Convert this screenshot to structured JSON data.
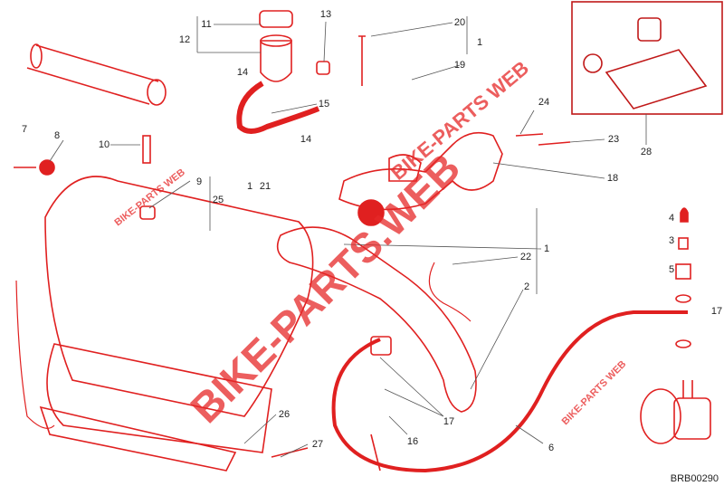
{
  "diagram": {
    "code": "BRB00290",
    "accent_color": "#e02020",
    "watermarks": [
      "BIKE-PARTS WEB",
      "BIKE-PARTS.WEB",
      "BIKE-PARTS WEB",
      "BIKE-PARTS WEB"
    ],
    "callouts": [
      {
        "id": "c11",
        "text": "11"
      },
      {
        "id": "c12",
        "text": "12"
      },
      {
        "id": "c13",
        "text": "13"
      },
      {
        "id": "c20",
        "text": "20"
      },
      {
        "id": "c1a",
        "text": "1"
      },
      {
        "id": "c19",
        "text": "19"
      },
      {
        "id": "c14a",
        "text": "14"
      },
      {
        "id": "c15",
        "text": "15"
      },
      {
        "id": "c14b",
        "text": "14"
      },
      {
        "id": "c7",
        "text": "7"
      },
      {
        "id": "c8",
        "text": "8"
      },
      {
        "id": "c10",
        "text": "10"
      },
      {
        "id": "c9",
        "text": "9"
      },
      {
        "id": "c25",
        "text": "25"
      },
      {
        "id": "c1b",
        "text": "1"
      },
      {
        "id": "c21",
        "text": "21"
      },
      {
        "id": "c24",
        "text": "24"
      },
      {
        "id": "c23",
        "text": "23"
      },
      {
        "id": "c18",
        "text": "18"
      },
      {
        "id": "c28",
        "text": "28"
      },
      {
        "id": "c4",
        "text": "4"
      },
      {
        "id": "c3",
        "text": "3"
      },
      {
        "id": "c5",
        "text": "5"
      },
      {
        "id": "c17a",
        "text": "17"
      },
      {
        "id": "c1c",
        "text": "1"
      },
      {
        "id": "c22",
        "text": "22"
      },
      {
        "id": "c2",
        "text": "2"
      },
      {
        "id": "c17b",
        "text": "17"
      },
      {
        "id": "c16",
        "text": "16"
      },
      {
        "id": "c26",
        "text": "26"
      },
      {
        "id": "c27",
        "text": "27"
      },
      {
        "id": "c6",
        "text": "6"
      }
    ]
  }
}
